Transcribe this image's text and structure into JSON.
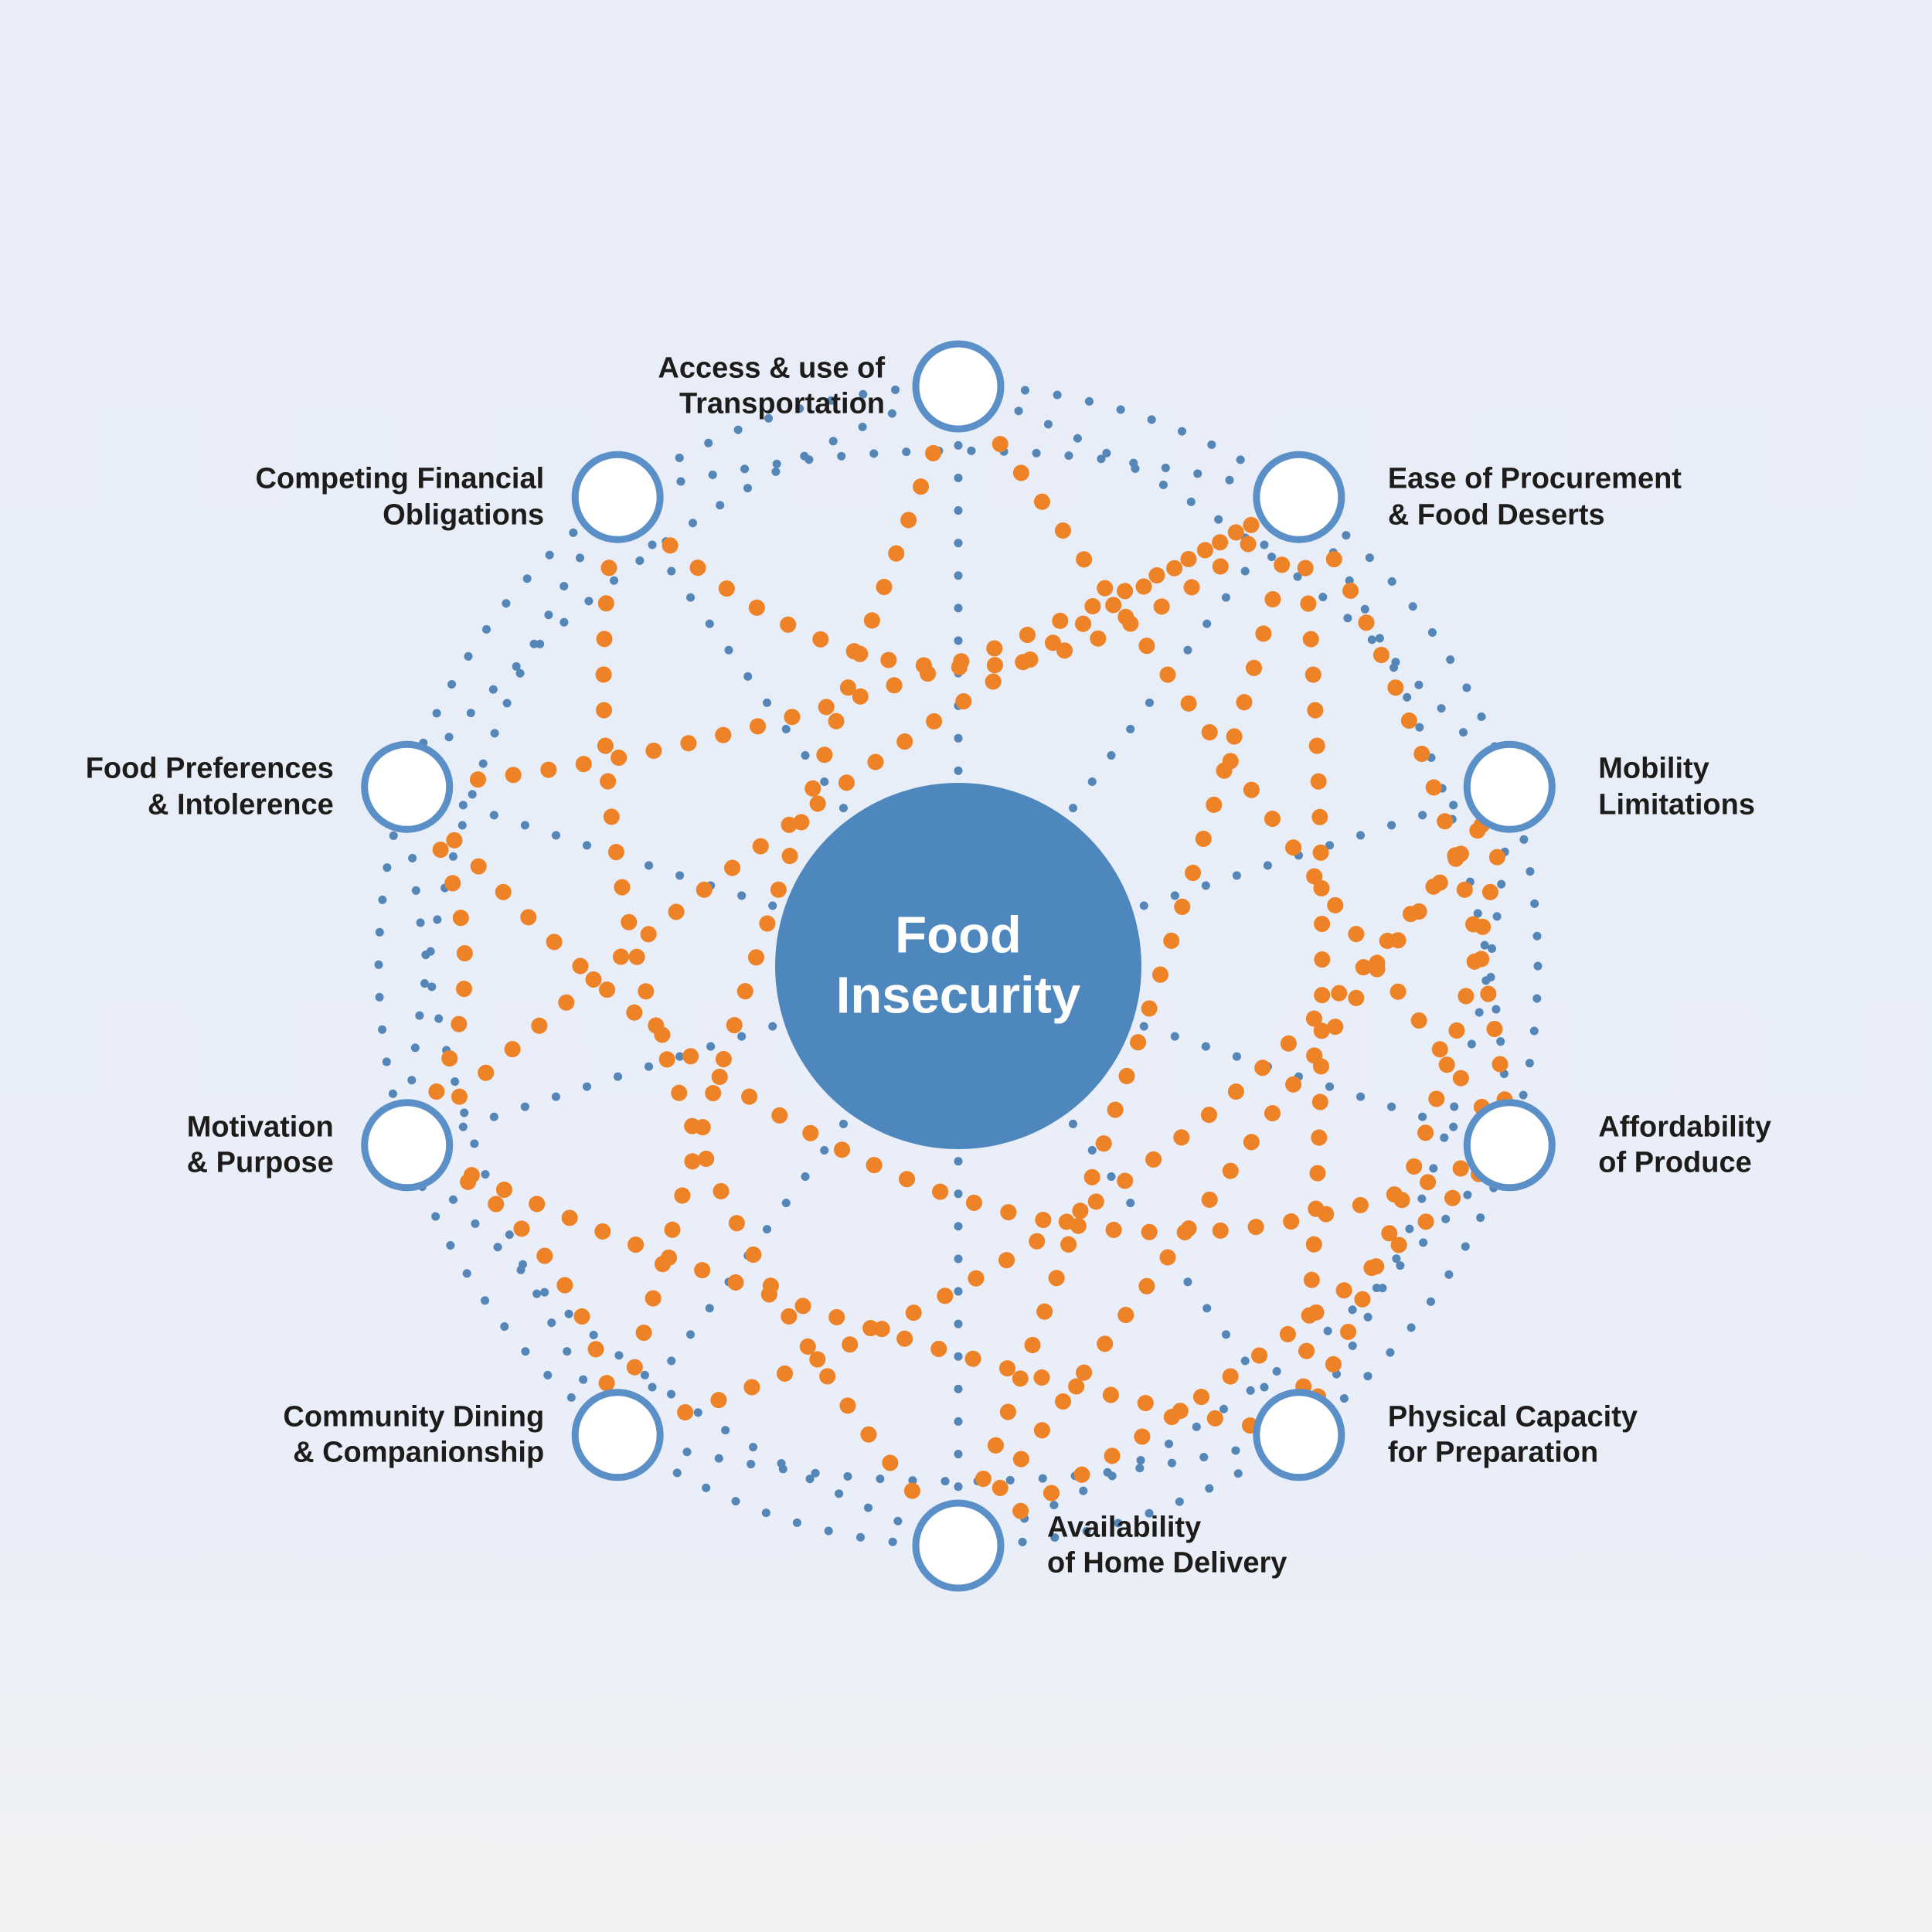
{
  "diagram": {
    "center": {
      "label_line1": "Food",
      "label_line2": "Insecurity"
    },
    "nodes": [
      {
        "id": 0,
        "angle_deg": 90,
        "side": "right",
        "lines": [
          "Access & use of",
          "Transportation"
        ]
      },
      {
        "id": 1,
        "angle_deg": 54,
        "side": "left",
        "lines": [
          "Ease of Procurement",
          "& Food Deserts"
        ]
      },
      {
        "id": 2,
        "angle_deg": 18,
        "side": "left",
        "lines": [
          "Mobility",
          "Limitations"
        ]
      },
      {
        "id": 3,
        "angle_deg": -18,
        "side": "left",
        "lines": [
          "Affordability",
          "of Produce"
        ]
      },
      {
        "id": 4,
        "angle_deg": -54,
        "side": "left",
        "lines": [
          "Physical Capacity",
          "for Preparation"
        ]
      },
      {
        "id": 5,
        "angle_deg": -90,
        "side": "left",
        "lines": [
          "Availability",
          "of Home Delivery"
        ]
      },
      {
        "id": 6,
        "angle_deg": -126,
        "side": "right",
        "lines": [
          "Community Dining",
          "& Companionship"
        ]
      },
      {
        "id": 7,
        "angle_deg": -162,
        "side": "right",
        "lines": [
          "Motivation",
          "& Purpose"
        ]
      },
      {
        "id": 8,
        "angle_deg": 162,
        "side": "right",
        "lines": [
          "Food Preferences",
          "& Intolerence"
        ]
      },
      {
        "id": 9,
        "angle_deg": 126,
        "side": "right",
        "lines": [
          "Competing Financial",
          "Obligations"
        ]
      }
    ],
    "edges": {
      "orange_links": [
        [
          9,
          1
        ],
        [
          8,
          1
        ],
        [
          7,
          1
        ],
        [
          5,
          1
        ],
        [
          1,
          3
        ],
        [
          1,
          4
        ],
        [
          0,
          3
        ],
        [
          0,
          6
        ],
        [
          9,
          5
        ],
        [
          8,
          3
        ],
        [
          8,
          7
        ],
        [
          7,
          6
        ],
        [
          7,
          4
        ],
        [
          6,
          2
        ],
        [
          5,
          2
        ],
        [
          5,
          3
        ],
        [
          2,
          4
        ]
      ],
      "blue_ring": true,
      "blue_spokes": true,
      "blue_chords": [
        [
          0,
          2
        ],
        [
          1,
          3
        ],
        [
          2,
          4
        ],
        [
          3,
          5
        ],
        [
          4,
          6
        ],
        [
          5,
          7
        ],
        [
          6,
          8
        ],
        [
          7,
          9
        ],
        [
          8,
          0
        ],
        [
          9,
          1
        ]
      ]
    },
    "colors": {
      "background": "#e8edf8",
      "orange_dots": "#ee8227",
      "blue_dots": "#5486b8",
      "node_fill": "#ffffff",
      "node_stroke": "#5a8fc7",
      "center_fill": "#4e87bd",
      "center_text": "#ffffff",
      "label_text": "#1d1c1a"
    }
  }
}
